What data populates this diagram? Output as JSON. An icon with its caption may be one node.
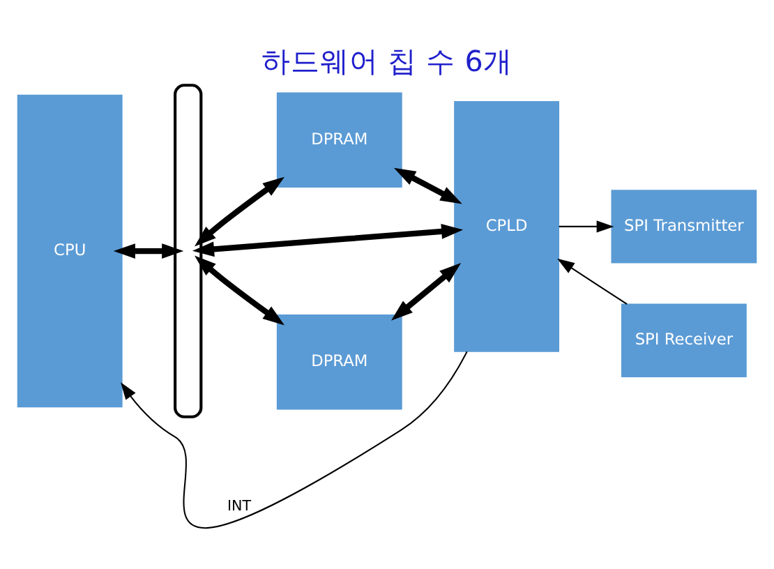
{
  "diagram": {
    "title": "하드웨어 칩 수 6개",
    "nodes": [
      {
        "text": [
          "CPU"
        ]
      },
      {
        "text": [],
        "shape": "bar"
      },
      {
        "text": [
          "DPRAM"
        ]
      },
      {
        "text": [
          "CPLD"
        ]
      },
      {
        "text": [
          "SPI Transmitter"
        ]
      },
      {
        "text": [
          "DPRAM"
        ]
      },
      {
        "text": [
          "SPI Receiver"
        ]
      }
    ],
    "edges": [
      {
        "from": 0,
        "to": 1,
        "arrow": "both"
      },
      {
        "from": 1,
        "to": 2,
        "arrow": "both"
      },
      {
        "from": 2,
        "to": 3,
        "arrow": "both"
      },
      {
        "from": 1,
        "to": 3,
        "arrow": "both"
      },
      {
        "from": 3,
        "to": 0,
        "arrow": "to",
        "label": "INT"
      },
      {
        "from": 1,
        "to": 5,
        "arrow": "both"
      },
      {
        "from": 5,
        "to": 3,
        "arrow": "both"
      },
      {
        "from": 3,
        "to": 4,
        "arrow": "to"
      },
      {
        "from": 6,
        "to": 3,
        "arrow": "to"
      }
    ]
  }
}
